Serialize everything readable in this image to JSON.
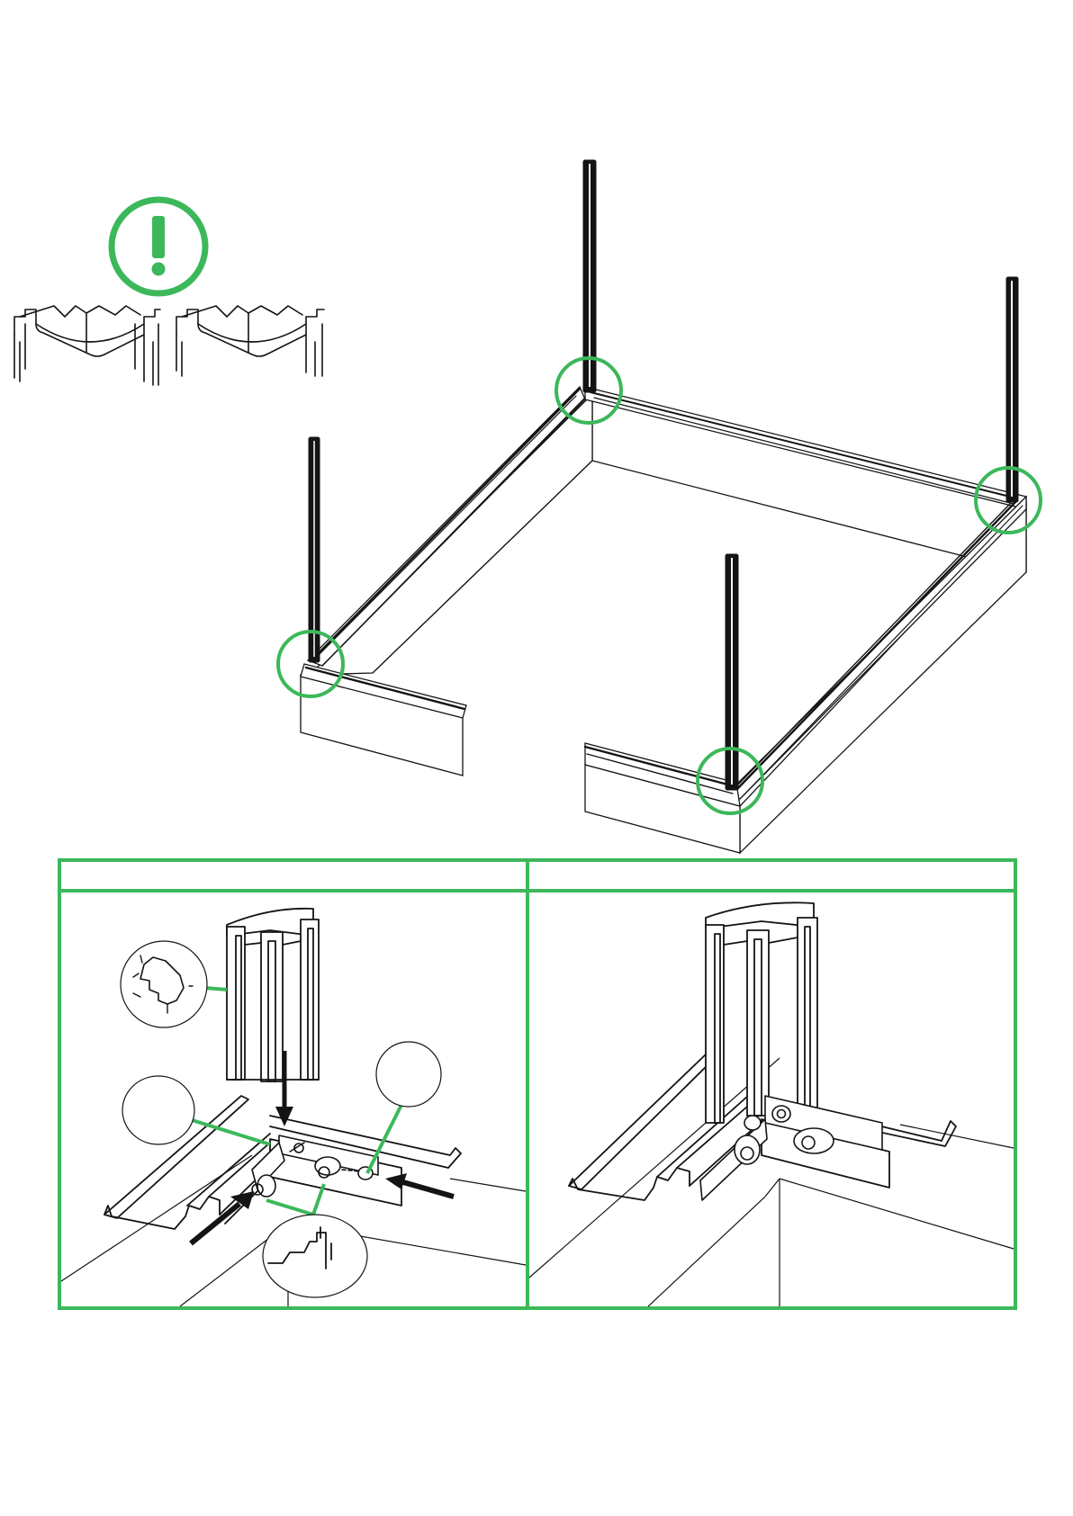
{
  "colors": {
    "accent": "#3cb85a",
    "ink": "#141414",
    "background": "#ffffff"
  },
  "icons": {
    "warning": "exclamation-circle-icon",
    "arrow": "push-arrow-icon"
  },
  "warning": {
    "symbol": "!"
  },
  "scene": {
    "corner_posts": 4,
    "highlighted_corners": 4,
    "detail_panels": 2
  },
  "detail_left": {
    "empty_callout_bubbles": 2,
    "profile_callout_bubbles": 2
  }
}
